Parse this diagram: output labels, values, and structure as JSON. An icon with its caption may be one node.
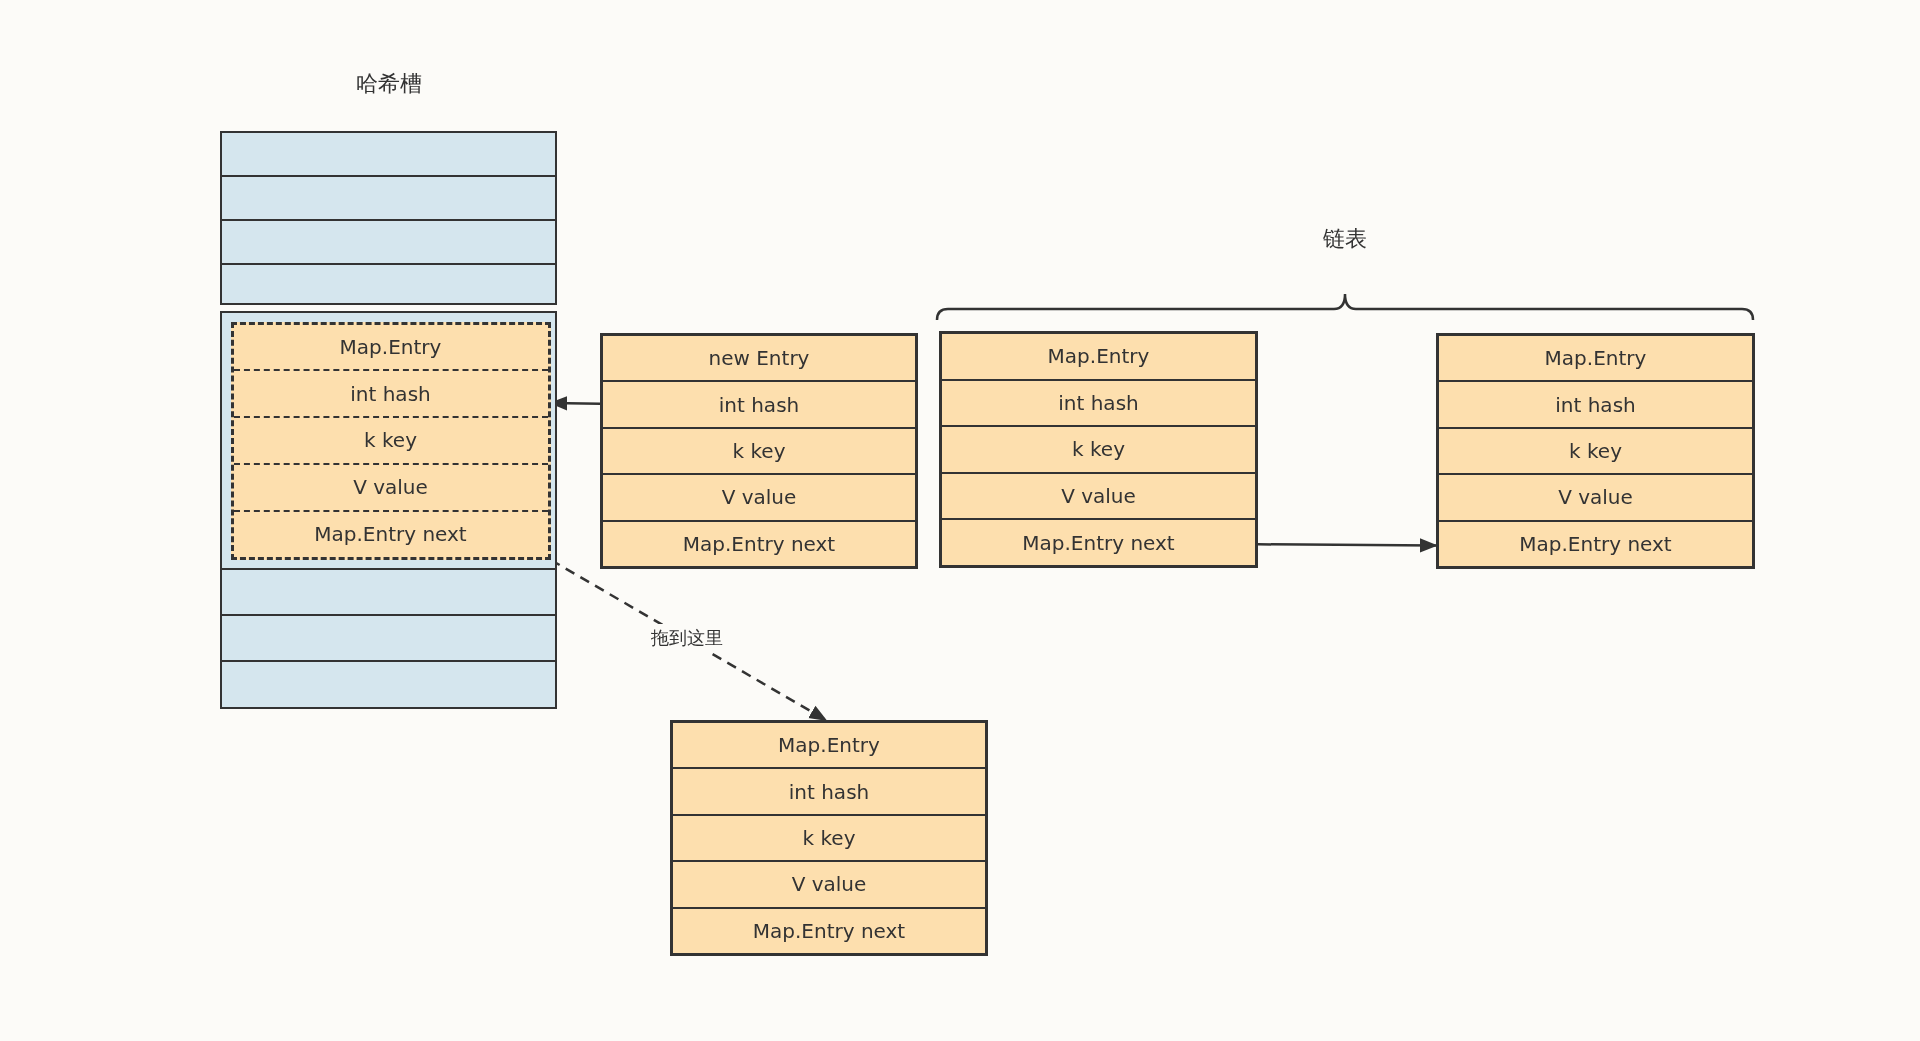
{
  "diagram": {
    "nodes": [
      {
        "text": [],
        "shape": "box"
      },
      {
        "text": [],
        "shape": "box"
      },
      {
        "text": [],
        "shape": "box"
      },
      {
        "text": [],
        "shape": "box"
      },
      {
        "text": [],
        "shape": "box"
      },
      {
        "text": [
          "Map.Entry",
          "int hash",
          "k key",
          "V value",
          "Map.Entry next"
        ],
        "in": 4
      },
      {
        "text": [
          "new Entry",
          "int hash",
          "k key",
          "V value",
          "Map.Entry next"
        ]
      },
      {
        "text": [
          "Map.Entry",
          "int hash",
          "k key",
          "V value",
          "Map.Entry next"
        ]
      },
      {
        "text": [
          "Map.Entry",
          "int hash",
          "k key",
          "V value",
          "Map.Entry next"
        ]
      },
      {
        "text": [],
        "shape": "box"
      },
      {
        "text": [],
        "shape": "box"
      },
      {
        "text": [],
        "shape": "box"
      },
      {
        "text": [
          "Map.Entry",
          "int hash",
          "k key",
          "V value",
          "Map.Entry next"
        ]
      }
    ],
    "edges": [
      {
        "from": 6,
        "to": 5,
        "arrow": "to"
      },
      {
        "from": 7,
        "to": 8,
        "arrow": "to"
      },
      {
        "from": 5,
        "to": 12,
        "arrow": "to",
        "label": "拖到这里",
        "style": "dashed"
      }
    ],
    "labels": [
      "哈希槽",
      "链表"
    ]
  }
}
